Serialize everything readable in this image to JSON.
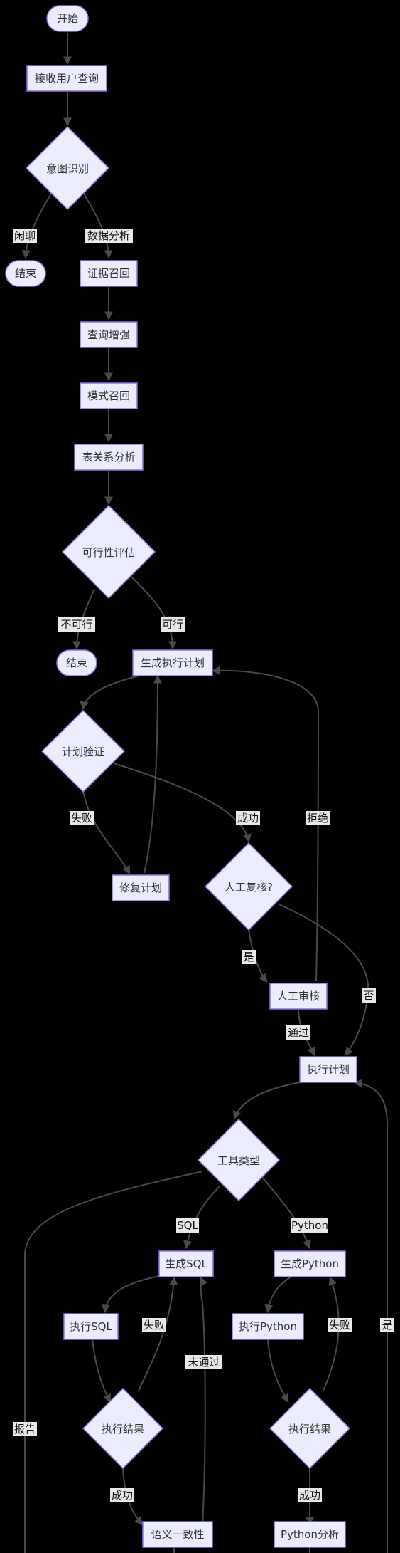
{
  "nodes": {
    "start": "开始",
    "receive_query": "接收用户查询",
    "intent": "意图识别",
    "end_chat": "结束",
    "evidence_recall": "证据召回",
    "query_enhance": "查询增强",
    "schema_recall": "模式召回",
    "table_relation": "表关系分析",
    "feasibility": "可行性评估",
    "end_infeasible": "结束",
    "gen_plan": "生成执行计划",
    "plan_verify": "计划验证",
    "fix_plan": "修复计划",
    "human_review_q": "人工复核?",
    "human_review": "人工审核",
    "exec_plan": "执行计划",
    "tool_type": "工具类型",
    "gen_sql": "生成SQL",
    "gen_python": "生成Python",
    "exec_sql": "执行SQL",
    "exec_python": "执行Python",
    "sql_result": "执行结果",
    "python_result": "执行结果",
    "semantic_check": "语义一致性",
    "python_analysis": "Python分析"
  },
  "edge_labels": {
    "chat": "闲聊",
    "data_analysis": "数据分析",
    "infeasible": "不可行",
    "feasible": "可行",
    "fail_verify": "失败",
    "success_verify": "成功",
    "reject": "拒绝",
    "yes_review": "是",
    "no_review": "否",
    "pass": "通过",
    "sql": "SQL",
    "python": "Python",
    "report": "报告",
    "yes_loop": "是",
    "sql_fail": "失败",
    "not_pass": "未通过",
    "python_fail": "失败",
    "sql_success": "成功",
    "python_success": "成功"
  }
}
